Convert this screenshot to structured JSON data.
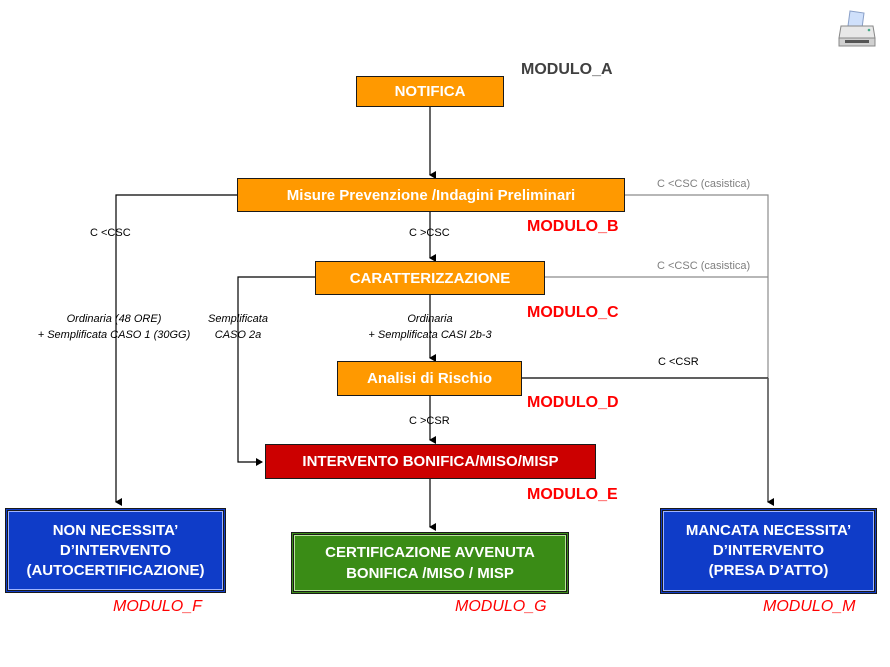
{
  "colors": {
    "process": "#ff9900",
    "intervention": "#cc0000",
    "terminal_no_action": "#0f3cc8",
    "terminal_certified": "#3a8c16",
    "module_label": "#ff0000",
    "module_a": "#404040"
  },
  "toolbar": {
    "print_icon": "printer-icon"
  },
  "nodes": {
    "notifica": "NOTIFICA",
    "misure": "Misure Prevenzione /Indagini Preliminari",
    "caratterizzazione": "CARATTERIZZAZIONE",
    "analisi": "Analisi di Rischio",
    "intervento": "INTERVENTO BONIFICA/MISO/MISP",
    "non_necessita": [
      "NON NECESSITA’",
      "D’INTERVENTO",
      "(AUTOCERTIFICAZIONE)"
    ],
    "certificazione": [
      "CERTIFICAZIONE AVVENUTA",
      "BONIFICA /MISO / MISP"
    ],
    "mancata": [
      "MANCATA NECESSITA’",
      "D’INTERVENTO",
      "(PRESA D’ATTO)"
    ]
  },
  "modules": {
    "a": "MODULO_A",
    "b": "MODULO_B",
    "c": "MODULO_C",
    "d": "MODULO_D",
    "e": "MODULO_E",
    "f": "MODULO_F",
    "g": "MODULO_G",
    "m": "MODULO_M"
  },
  "edge_labels": {
    "c_lt_csc_left": "C <CSC",
    "c_gt_csc": "C >CSC",
    "c_lt_csc_casistica_1": "C <CSC (casistica)",
    "c_lt_csc_casistica_2": "C <CSC (casistica)",
    "ordinaria_48": [
      "Ordinaria (48 ORE)",
      "+ Semplificata CASO 1 (30GG)"
    ],
    "semplificata_2a": [
      "Semplificata",
      "CASO 2a"
    ],
    "ordinaria_2b3": [
      "Ordinaria",
      "+ Semplificata CASI 2b-3"
    ],
    "c_lt_csr": "C <CSR",
    "c_gt_csr": "C >CSR"
  }
}
